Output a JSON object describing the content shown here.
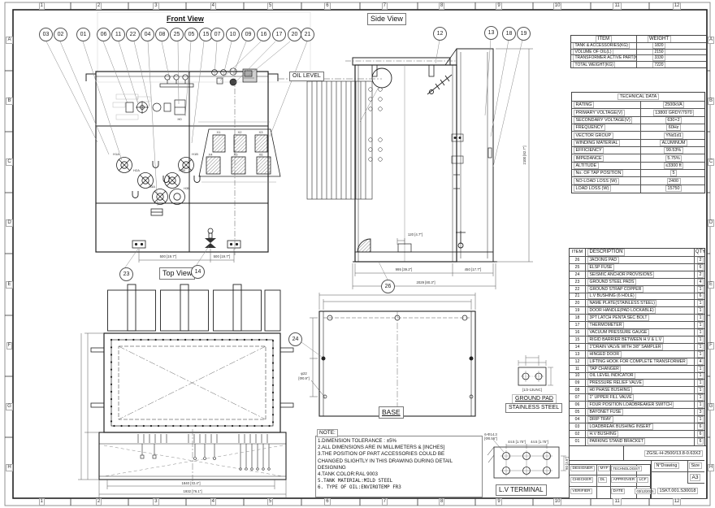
{
  "sheet": {
    "cols": [
      "1",
      "2",
      "3",
      "4",
      "5",
      "6",
      "7",
      "8",
      "9",
      "10",
      "11",
      "12"
    ],
    "rows": [
      "A",
      "B",
      "C",
      "D",
      "E",
      "F",
      "G",
      "H"
    ]
  },
  "labels": {
    "front_view": "Front View",
    "side_view": "Side View",
    "top_view": "Top View",
    "base": "BASE",
    "oil_level": "OIL LEVEL",
    "ground_pad_1": "GROUND PAD",
    "ground_pad_2": "STAINLESS STEEL",
    "lv_terminal": "L.V TERMINAL"
  },
  "callouts": {
    "front_top_g1": [
      "03",
      "02"
    ],
    "front_top_g2": [
      "01"
    ],
    "front_top_g3": [
      "06",
      "11",
      "22",
      "04",
      "08",
      "25",
      "05",
      "15"
    ],
    "front_top_g4": [
      "07",
      "10",
      "09",
      "16",
      "17",
      "20"
    ],
    "front_top_g5": [
      "21"
    ],
    "front_bottom_23": [
      "23"
    ],
    "front_bottom_14": [
      "14"
    ],
    "side_12": [
      "12"
    ],
    "side_13": [
      "13"
    ],
    "side_18_19": [
      "18",
      "19"
    ],
    "side_26": [
      "26"
    ],
    "base_24": [
      "24"
    ]
  },
  "bushings": {
    "hv": [
      "H1A",
      "H2A",
      "H3A",
      "H1B",
      "H2B",
      "H3B"
    ],
    "lv": [
      "X1",
      "X2",
      "X3",
      "X4",
      "X5",
      "X6"
    ],
    "h0": "H0"
  },
  "dims": {
    "front_pad_left": "500 [19.7\"]",
    "front_pad_right": "500 [19.7\"]",
    "side_tank_w": "995 [39.2\"]",
    "side_cab_w": "450 [17.7\"]",
    "side_total_w": "2029 [80.3\"]",
    "side_h": "2100 [82.7\"]",
    "side_foot": "120 [4.7\"]",
    "top_w1": "1840 [72.4\"]",
    "top_w2": "1932 [76.1\"]",
    "base_hole1": "φ22",
    "base_hole2": "[Φ0.9\"]",
    "gp_thread": "[1/2-13UNC]",
    "lv_holes1": "6-Φ14.3",
    "lv_holes2": "[Φ0.56\"]",
    "lv_p1": "44.5 [1.75\"]",
    "lv_p2": "44.5 [1.75\"]",
    "lv_h": "90 [3.5\"]"
  },
  "weight_table": {
    "headers": [
      "ITEM",
      "WEIGHT"
    ],
    "rows": [
      {
        "item": "TANK & ACCESSORIES(KG)",
        "weight": "1820"
      },
      {
        "item": "VOLUME OF OIL(L)",
        "weight": "2150"
      },
      {
        "item": "TRANSFORMER ACTIVE PART(KG)",
        "weight": "3330"
      },
      {
        "item": "TOTAL WEIGHT(KG)",
        "weight": "7220"
      }
    ]
  },
  "technical_data": {
    "title": "TECHNICAL DATA",
    "rows": [
      {
        "label": "RATING",
        "value": "2500kVA"
      },
      {
        "label": "PRIMARY VOLTAGE(V)",
        "value": "13800 GRDY/7970"
      },
      {
        "label": "SECONDARY VOLTAGE(V)",
        "value": "630×2"
      },
      {
        "label": "FREQUENCY",
        "value": "60Hz"
      },
      {
        "label": "VECTOR  GROUP",
        "value": "YNd1d1"
      },
      {
        "label": "WINDING MATERIAL",
        "value": "ALUMINUM"
      },
      {
        "label": "EFFICIENCY",
        "value": "99.53%"
      },
      {
        "label": "IMPEDANCE",
        "value": "5.75%"
      },
      {
        "label": "ALTITUDE",
        "value": "≤3300 ft"
      },
      {
        "label": "No. OF TAP POSITION",
        "value": "5"
      },
      {
        "label": "NO-LOAD LOSS (W)",
        "value": "2400"
      },
      {
        "label": "LOAD LOSS (W)",
        "value": "15750"
      }
    ]
  },
  "parts_list": {
    "headers": [
      "ITEM",
      "DESCRIPTION",
      "QTY"
    ],
    "rows": [
      {
        "item": "26",
        "desc": "JACKING PAD",
        "qty": "2"
      },
      {
        "item": "25",
        "desc": "ELSP FUSE",
        "qty": "6"
      },
      {
        "item": "24",
        "desc": "SEISMIC ANCHOR PROVISIONS",
        "qty": "2"
      },
      {
        "item": "23",
        "desc": "GROUND STEEL PADS",
        "qty": "4"
      },
      {
        "item": "22",
        "desc": "GROUND STRAP COPPER",
        "qty": "1"
      },
      {
        "item": "21",
        "desc": "L.V BUSHING (6 HOLE)",
        "qty": "6"
      },
      {
        "item": "20",
        "desc": "NAME PLATE(STAINLESS STEEL)",
        "qty": "1"
      },
      {
        "item": "19",
        "desc": "DOOR HANDLE(PAD LOCKABLE)",
        "qty": "1"
      },
      {
        "item": "18",
        "desc": "3PT LATCH PENTA SEC BOLT",
        "qty": "1"
      },
      {
        "item": "17",
        "desc": "THERMOMETER",
        "qty": "1"
      },
      {
        "item": "16",
        "desc": "VACUUM PRESSURE GAUGE",
        "qty": "1"
      },
      {
        "item": "15",
        "desc": "RIGID BARRIER BETWEEN H.V & L.V",
        "qty": "1"
      },
      {
        "item": "14",
        "desc": "1\"DRAIN VALVE WITH 3/8\" SAMPLER",
        "qty": "1"
      },
      {
        "item": "13",
        "desc": "HINGED DOOR",
        "qty": "1"
      },
      {
        "item": "12",
        "desc": "LIFTING HOOK FOR COMPLETE TRANSFORMER",
        "qty": "4"
      },
      {
        "item": "11",
        "desc": "TAP CHANGER",
        "qty": "1"
      },
      {
        "item": "10",
        "desc": "OIL LEVEL INDICATOR",
        "qty": "1"
      },
      {
        "item": "09",
        "desc": "PRESSURE RELIEF VALVE",
        "qty": "1"
      },
      {
        "item": "08",
        "desc": "H0 PHASE BUSHING",
        "qty": "1"
      },
      {
        "item": "07",
        "desc": "1\" UPPER FILL VALVE",
        "qty": "1"
      },
      {
        "item": "06",
        "desc": "FOUR POSITION LOADBREAKER SWITCH",
        "qty": "1"
      },
      {
        "item": "05",
        "desc": "BAYONET FUSE",
        "qty": "3"
      },
      {
        "item": "04",
        "desc": "DRIP TRAY",
        "qty": "1"
      },
      {
        "item": "03",
        "desc": "LOADBREAK BUSHING INSERT",
        "qty": "6"
      },
      {
        "item": "02",
        "desc": "H.V BUSHING",
        "qty": "6"
      },
      {
        "item": "01",
        "desc": "PARKING STAND BRACKET",
        "qty": "6"
      }
    ]
  },
  "notes": {
    "title": "NOTE:",
    "lines": [
      "1.DIMENSION TOLERANCE : ±5%",
      "2.ALL DIMENSIONS ARE IN MILLIMETERS & [INCHES]",
      "3.THE POSITION OF PART ACCESSORIES COULD BE",
      "CHANGED SLIGHTLY IN THIS DRAWING DURING DETAIL",
      "DESIGNING",
      "4.TANK COLOR:RAL 9003",
      "5.TANK MATERIAL:MILD STEEL",
      "6. TYPE OF OIL:ENVIROTEMP FR3"
    ]
  },
  "title_block": {
    "model": "ZGSL-H-2500/13.8-0.63X2",
    "drawing_label": "N°Drawing",
    "size_label": "Size",
    "size_value": "A3",
    "designer_label": "DESIGNER",
    "designer": "MYF",
    "technologist_label": "TECHNOLOGIST",
    "technologist": "",
    "checker_label": "CHECKER",
    "checker": "DL",
    "approver_label": "APPROVER",
    "approver": "LCF",
    "verifier_label": "VERIFIER",
    "verifier": "",
    "date_label": "DATE",
    "date": "03/12/2025",
    "drawing_number": "1SKT.001.S30018"
  }
}
